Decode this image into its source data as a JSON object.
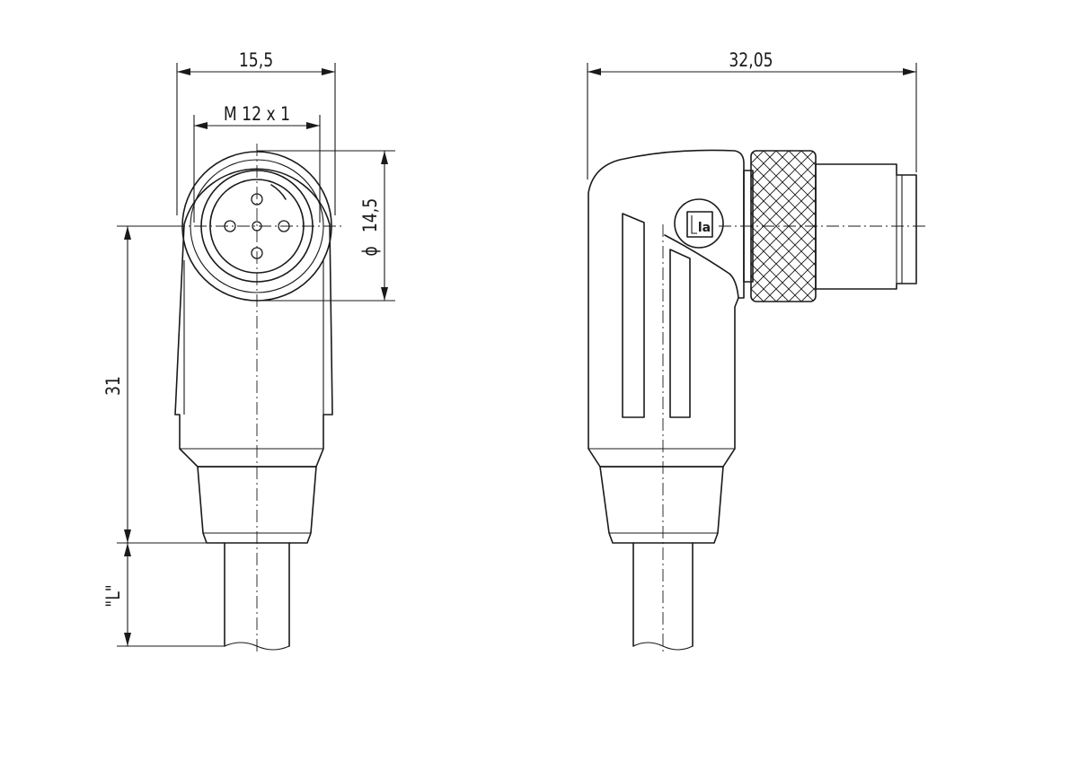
{
  "dimensions": {
    "overall_width_front": "15,5",
    "thread": "M 12 x 1",
    "diameter_symbol": "ϕ",
    "diameter_value": "14,5",
    "height": "31",
    "cable_length": "\"L\"",
    "overall_length_side": "32,05"
  },
  "logo_text": "la"
}
